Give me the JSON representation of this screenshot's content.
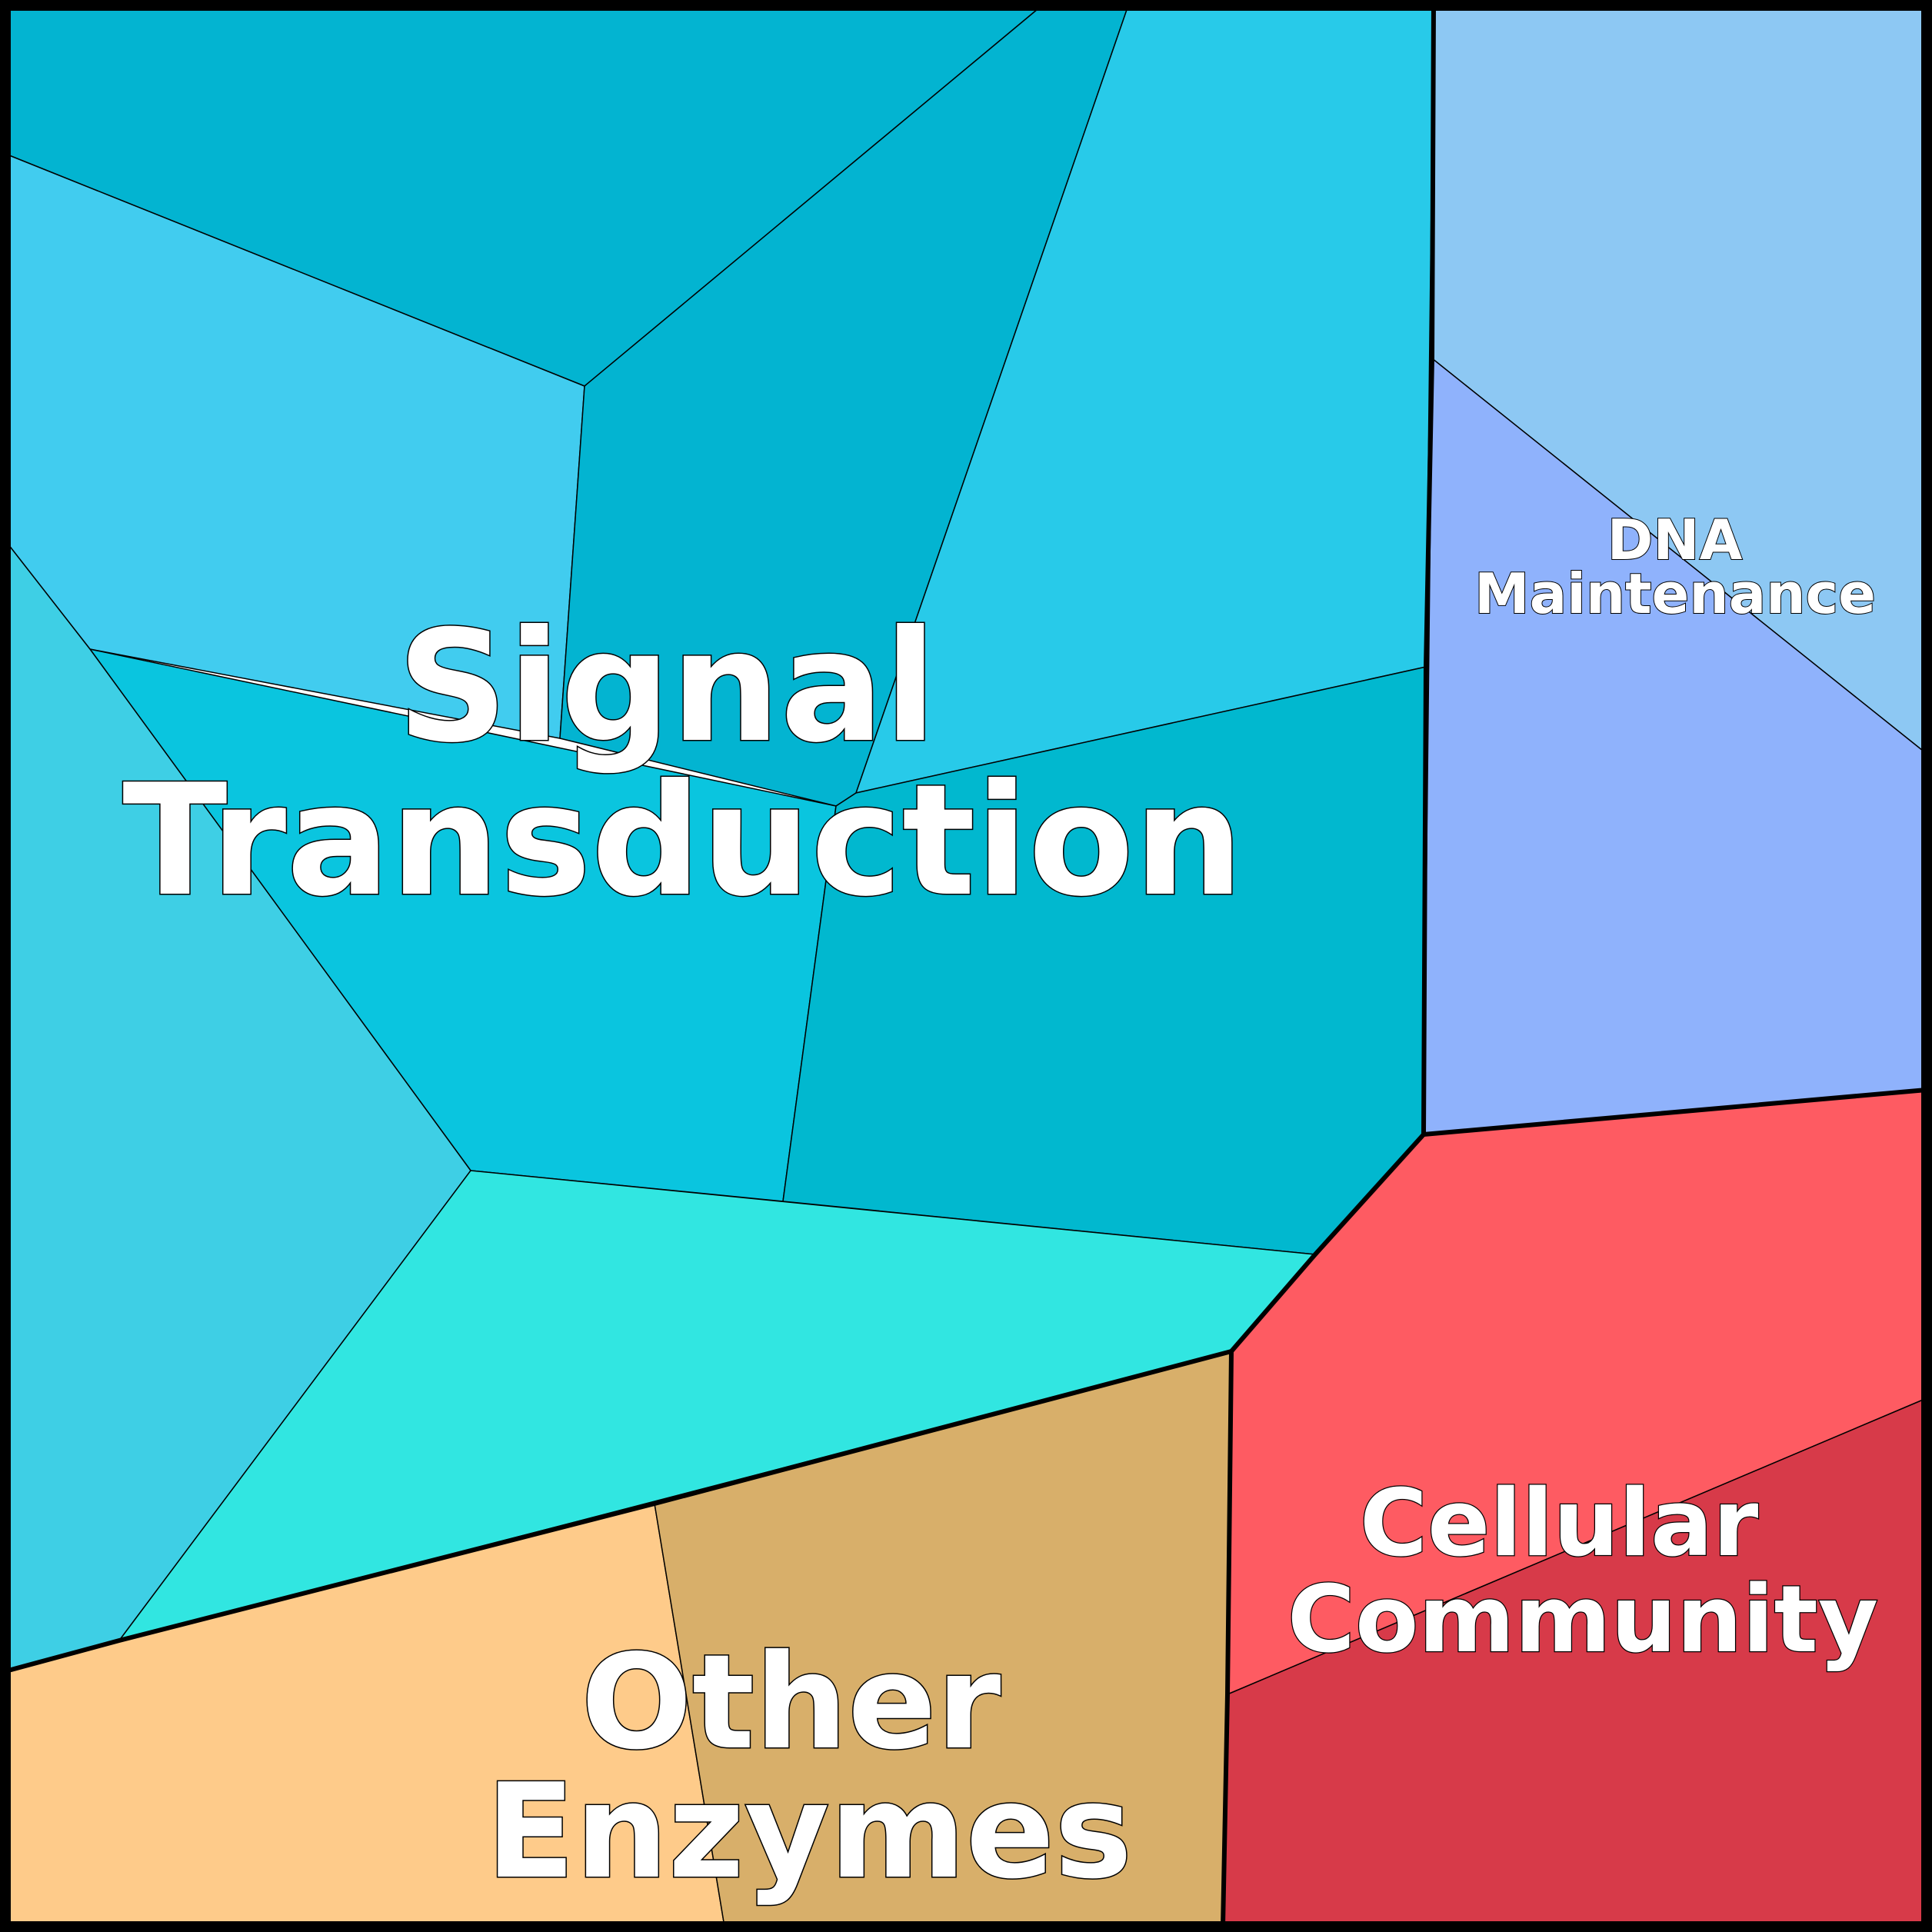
{
  "diagram": {
    "type": "voronoi-treemap",
    "groups": [
      {
        "id": "signal-transduction",
        "label_lines": [
          "Signal",
          "Transduction"
        ],
        "colors": [
          "#03B4D1",
          "#41CCEF",
          "#28CAE9",
          "#0AC5DF",
          "#01B8CF",
          "#3ECFE5",
          "#31E6E1"
        ]
      },
      {
        "id": "dna-maintenance",
        "label_lines": [
          "DNA",
          "Maintenance"
        ],
        "colors": [
          "#8DC8F3",
          "#8FB2FC"
        ]
      },
      {
        "id": "cellular-community",
        "label_lines": [
          "Cellular",
          "Community"
        ],
        "colors": [
          "#FE5B62",
          "#D73A49"
        ]
      },
      {
        "id": "other-enzymes",
        "label_lines": [
          "Other",
          "Enzymes"
        ],
        "colors": [
          "#FECB8A",
          "#D8AF6A"
        ]
      }
    ]
  }
}
